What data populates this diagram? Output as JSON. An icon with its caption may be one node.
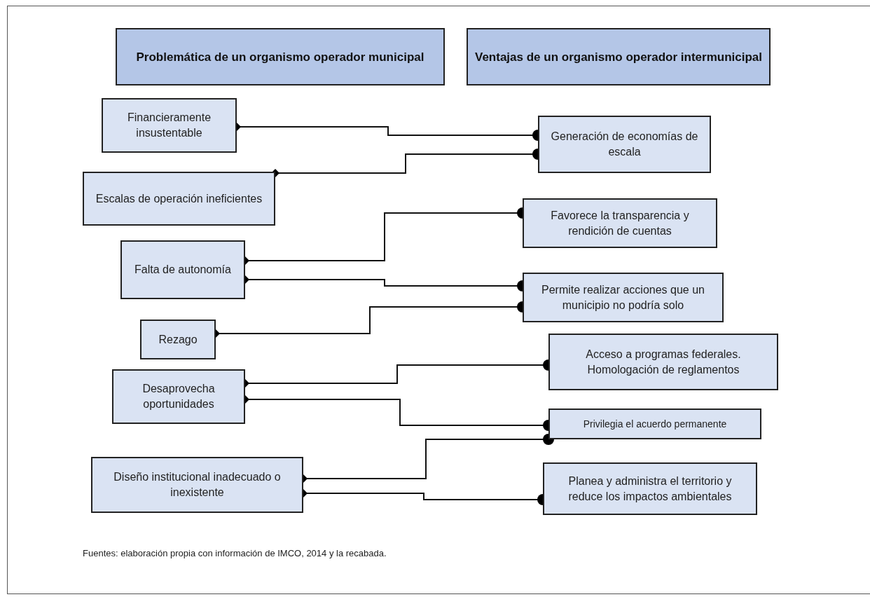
{
  "diagram": {
    "caption": "Fuentes: elaboración propia con información de IMCO, 2014 y la recabada.",
    "nodes": [
      {
        "text": [
          "Problemática de un organismo operador municipal"
        ]
      },
      {
        "text": [
          "Ventajas de un organismo operador intermunicipal"
        ]
      },
      {
        "text": [
          "Financieramente insustentable"
        ]
      },
      {
        "text": [
          "Escalas de operación ineficientes"
        ]
      },
      {
        "text": [
          "Falta de autonomía"
        ]
      },
      {
        "text": [
          "Rezago"
        ]
      },
      {
        "text": [
          "Desaprovecha oportunidades"
        ]
      },
      {
        "text": [
          "Diseño institucional inadecuado o inexistente"
        ]
      },
      {
        "text": [
          "Generación de economías de escala"
        ]
      },
      {
        "text": [
          "Favorece la transparencia y rendición de cuentas"
        ]
      },
      {
        "text": [
          "Permite realizar acciones que un municipio no podría solo"
        ]
      },
      {
        "text": [
          "Acceso a programas federales. Homologación de reglamentos"
        ]
      },
      {
        "text": [
          "Privilegia el acuerdo permanente"
        ]
      },
      {
        "text": [
          "Planea y administra el territorio y reduce los impactos ambientales"
        ]
      }
    ],
    "edges": [
      {
        "from": 2,
        "to": 8,
        "arrow": "other"
      },
      {
        "from": 3,
        "to": 8,
        "arrow": "other"
      },
      {
        "from": 4,
        "to": 9,
        "arrow": "other"
      },
      {
        "from": 4,
        "to": 10,
        "arrow": "other"
      },
      {
        "from": 5,
        "to": 10,
        "arrow": "other"
      },
      {
        "from": 6,
        "to": 11,
        "arrow": "other"
      },
      {
        "from": 6,
        "to": 12,
        "arrow": "other"
      },
      {
        "from": 7,
        "to": 12,
        "arrow": "other"
      },
      {
        "from": 7,
        "to": 13,
        "arrow": "other"
      }
    ]
  }
}
